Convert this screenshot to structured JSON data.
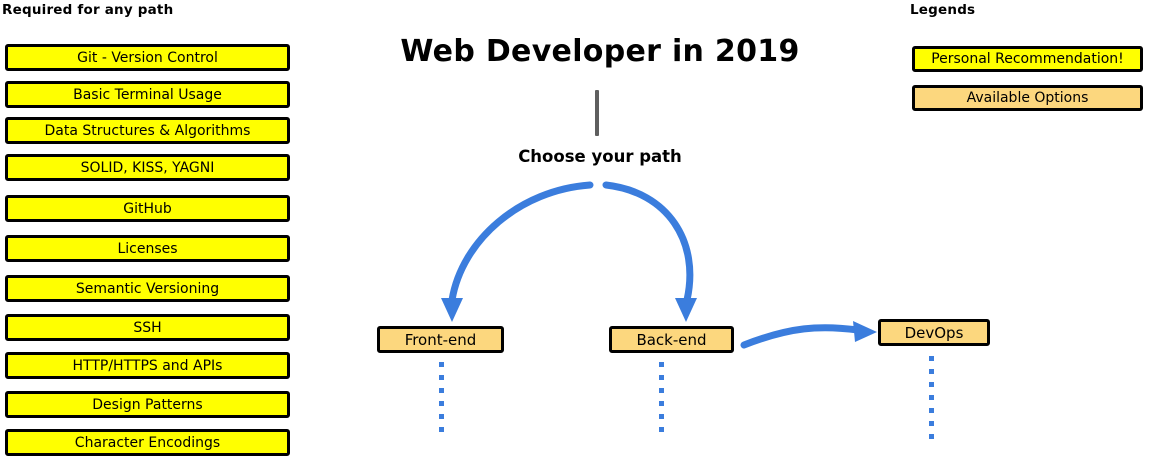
{
  "colors": {
    "recommendation_fill": "#ffff00",
    "option_fill": "#fcd77e",
    "arrow": "#3b7ddd",
    "connector": "#5f5f5f",
    "border": "#000000",
    "background": "#ffffff"
  },
  "required": {
    "heading": "Required for any path",
    "items": [
      {
        "label": "Git - Version Control"
      },
      {
        "label": "Basic Terminal Usage"
      },
      {
        "label": "Data Structures & Algorithms"
      },
      {
        "label": "SOLID, KISS, YAGNI"
      },
      {
        "label": "GitHub"
      },
      {
        "label": "Licenses"
      },
      {
        "label": "Semantic Versioning"
      },
      {
        "label": "SSH"
      },
      {
        "label": "HTTP/HTTPS and APIs"
      },
      {
        "label": "Design Patterns"
      },
      {
        "label": "Character Encodings"
      }
    ]
  },
  "main": {
    "title": "Web Developer in 2019",
    "choose_label": "Choose your path",
    "paths": [
      {
        "label": "Front-end"
      },
      {
        "label": "Back-end"
      },
      {
        "label": "DevOps"
      }
    ]
  },
  "legends": {
    "heading": "Legends",
    "items": [
      {
        "label": "Personal Recommendation!",
        "style": "recommendation"
      },
      {
        "label": "Available Options",
        "style": "option"
      }
    ]
  }
}
